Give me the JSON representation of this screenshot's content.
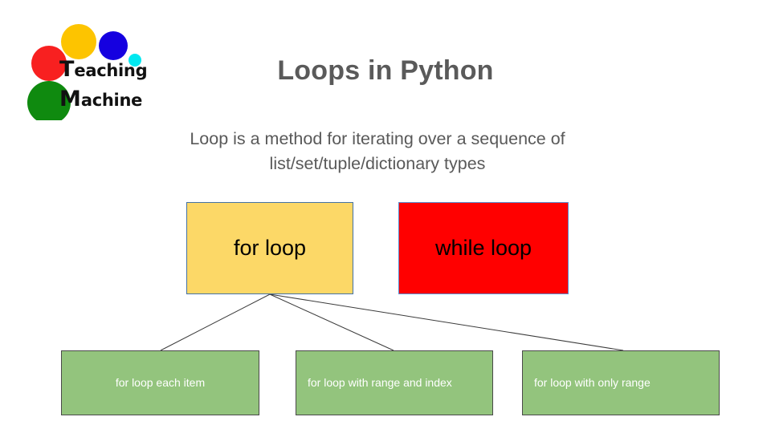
{
  "slide": {
    "title": "Loops in Python",
    "subtitle": "Loop is a method for iterating over a sequence of list/set/tuple/dictionary types",
    "background_color": "#ffffff"
  },
  "logo": {
    "name": "Teaching Machine",
    "line1": "Teaching",
    "line2": "Machine",
    "colors": {
      "red": "#f82020",
      "yellow": "#fdc400",
      "blue": "#1500e0",
      "cyan": "#00e8f0",
      "green": "#0f8a0f",
      "text": "#111111"
    }
  },
  "diagram": {
    "type": "tree",
    "nodes": [
      {
        "id": "for-loop",
        "label": "for loop",
        "fill": "#fcd867",
        "border": "#4472a4",
        "text_color": "#000000",
        "align": "center"
      },
      {
        "id": "while-loop",
        "label": "while loop",
        "fill": "#ff0000",
        "border": "#5b8ed0",
        "text_color": "#000000",
        "align": "center"
      },
      {
        "id": "for-loop-each-item",
        "label": "for loop each item",
        "fill": "#93c47d",
        "border": "#4a4a4a",
        "text_color": "#ffffff",
        "align": "center"
      },
      {
        "id": "for-loop-range-index",
        "label": "for loop with range and index",
        "fill": "#93c47d",
        "border": "#4a4a4a",
        "text_color": "#ffffff",
        "align": "left"
      },
      {
        "id": "for-loop-only-range",
        "label": "for loop with only range",
        "fill": "#93c47d",
        "border": "#4a4a4a",
        "text_color": "#ffffff",
        "align": "left"
      }
    ],
    "edges": [
      {
        "from": "for-loop",
        "to": "for-loop-each-item"
      },
      {
        "from": "for-loop",
        "to": "for-loop-range-index"
      },
      {
        "from": "for-loop",
        "to": "for-loop-only-range"
      }
    ],
    "edge_color": "#3b3b3b"
  }
}
